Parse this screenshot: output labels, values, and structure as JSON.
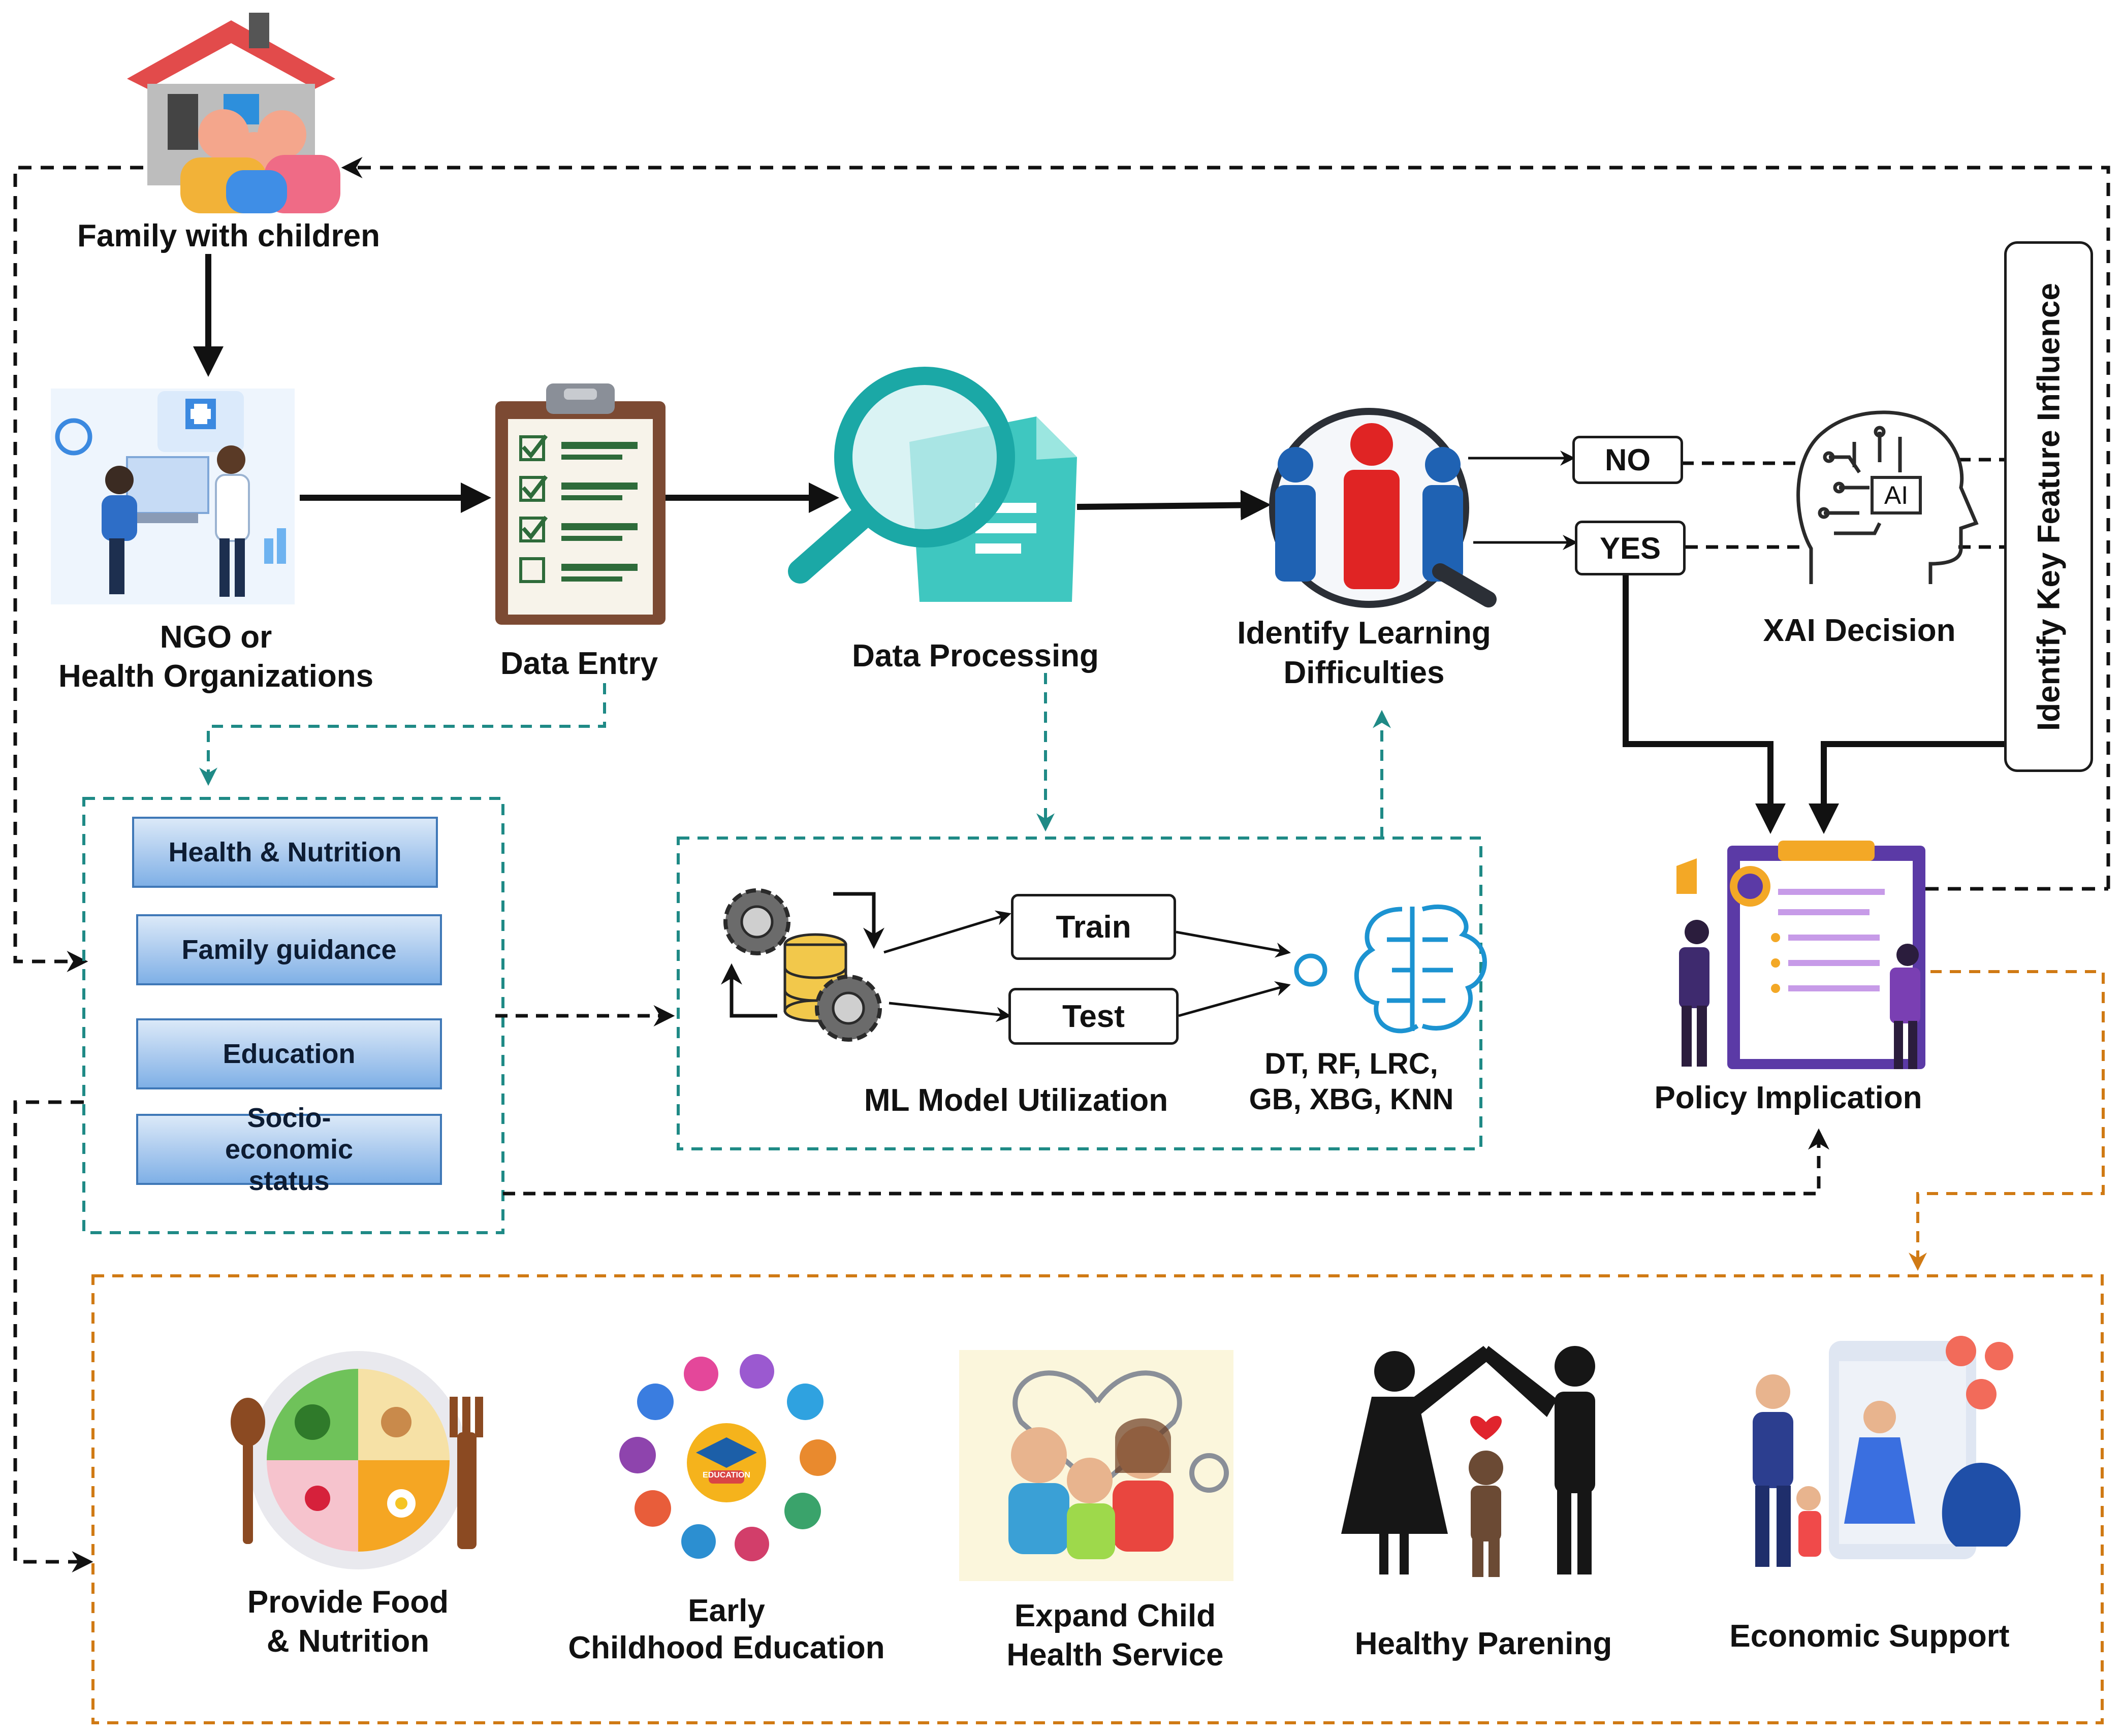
{
  "nodes": {
    "family": "Family with children",
    "ngo_line1": "NGO or",
    "ngo_line2": "Health Organizations",
    "data_entry": "Data Entry",
    "data_processing": "Data Processing",
    "identify_line1": "Identify Learning",
    "identify_line2": "Difficulties",
    "xai_decision": "XAI Decision",
    "ai_chip": "AI",
    "key_feature": "Identify Key Feature Influence",
    "policy": "Policy Implication"
  },
  "decision": {
    "no": "NO",
    "yes": "YES"
  },
  "categories": [
    "Health & Nutrition",
    "Family guidance",
    "Education",
    "Socio-economic status"
  ],
  "ml": {
    "train": "Train",
    "test": "Test",
    "title": "ML Model Utilization",
    "models_line1": "DT, RF, LRC,",
    "models_line2": "GB, XBG, KNN"
  },
  "outcomes": {
    "food_line1": "Provide Food",
    "food_line2": "& Nutrition",
    "edu_line1": "Early",
    "edu_line2": "Childhood Education",
    "education_badge": "EDUCATION",
    "health_line1": "Expand Child",
    "health_line2": "Health Service",
    "parenting": "Healthy Parening",
    "economic": "Economic Support"
  },
  "colors": {
    "teal_dash": "#1f8a86",
    "orange_dash": "#d07a14",
    "black": "#111111",
    "category_blue": "#7fb0e6"
  }
}
